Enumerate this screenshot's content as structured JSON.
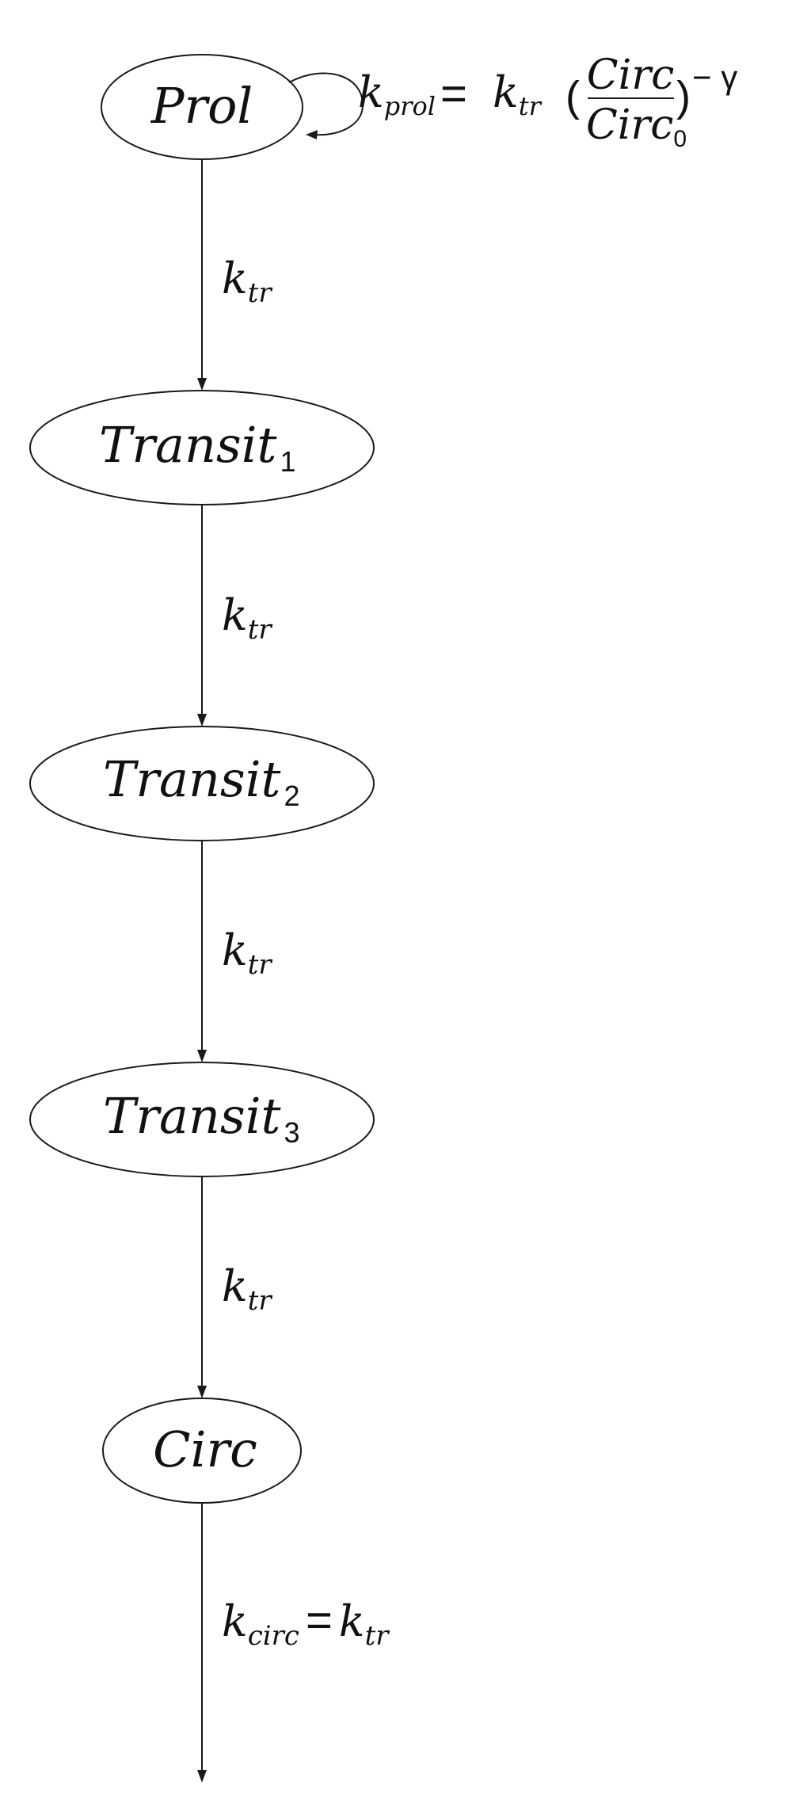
{
  "nodes": {
    "prol": {
      "name": "Prol"
    },
    "transit1": {
      "name": "Transit",
      "index": "1"
    },
    "transit2": {
      "name": "Transit",
      "index": "2"
    },
    "transit3": {
      "name": "Transit",
      "index": "3"
    },
    "circ": {
      "name": "Circ"
    }
  },
  "edges": {
    "k": "k",
    "tr": "tr",
    "circ_sub": "circ",
    "equals": "="
  },
  "feedback": {
    "k": "k",
    "prol_sub": "prol",
    "equals": "=",
    "tr_sub": "tr",
    "open_paren": "(",
    "close_paren": ")",
    "numerator": "Circ",
    "denominator": "Circ",
    "denominator_sub": "0",
    "exponent": "− γ"
  }
}
